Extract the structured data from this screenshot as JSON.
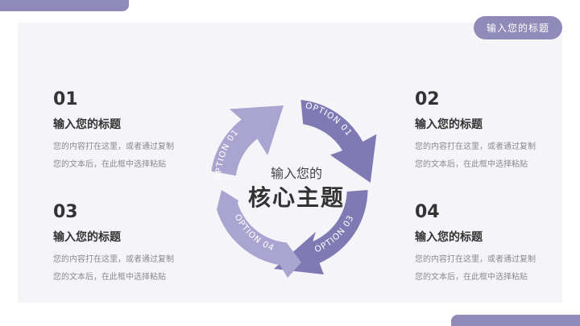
{
  "header": {
    "badge_title": "输入您的标题"
  },
  "center": {
    "subtitle": "输入您的",
    "title": "核心主题"
  },
  "cycle": {
    "options": [
      "OPTION 01",
      "OPTION 01",
      "OPTION 03",
      "OPTION 04"
    ],
    "colors": {
      "light": "#aaa5d0",
      "dark": "#7f79b4"
    }
  },
  "items": [
    {
      "number": "01",
      "title": "输入您的标题",
      "line1": "您的内容打在这里，或者通过复制",
      "line2": "您的文本后，在此框中选择粘贴"
    },
    {
      "number": "02",
      "title": "输入您的标题",
      "line1": "您的内容打在这里，或者通过复制",
      "line2": "您的文本后，在此框中选择粘贴"
    },
    {
      "number": "03",
      "title": "输入您的标题",
      "line1": "您的内容打在这里，或者通过复制",
      "line2": "您的文本后，在此框中选择粘贴"
    },
    {
      "number": "04",
      "title": "输入您的标题",
      "line1": "您的内容打在这里，或者通过复制",
      "line2": "您的文本后，在此框中选择粘贴"
    }
  ]
}
